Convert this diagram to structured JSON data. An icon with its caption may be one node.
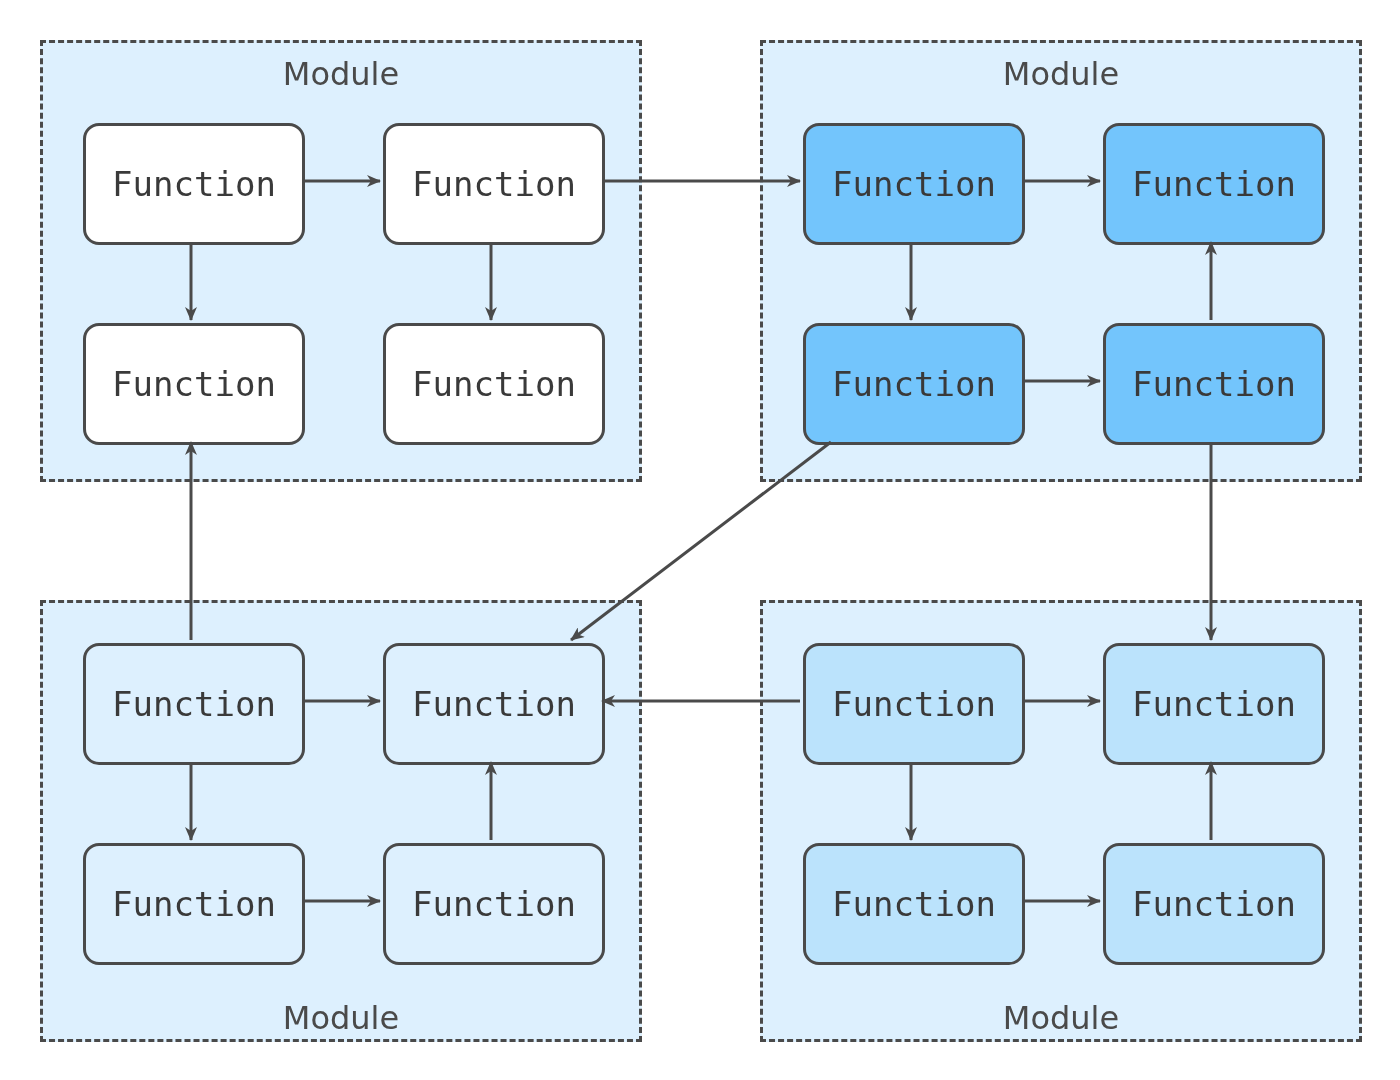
{
  "diagram": {
    "nodes": [
      {
        "text": [
          "Module"
        ]
      },
      {
        "text": [
          "Function"
        ],
        "in": 0
      },
      {
        "text": [
          "Function"
        ],
        "in": 0
      },
      {
        "text": [
          "Function"
        ],
        "in": 0
      },
      {
        "text": [
          "Function"
        ],
        "in": 0
      },
      {
        "text": [
          "Module"
        ]
      },
      {
        "text": [
          "Function"
        ],
        "in": 5
      },
      {
        "text": [
          "Function"
        ],
        "in": 5
      },
      {
        "text": [
          "Function"
        ],
        "in": 5
      },
      {
        "text": [
          "Function"
        ],
        "in": 5
      },
      {
        "text": [
          "Module"
        ]
      },
      {
        "text": [
          "Function"
        ],
        "in": 10
      },
      {
        "text": [
          "Function"
        ],
        "in": 10
      },
      {
        "text": [
          "Function"
        ],
        "in": 10
      },
      {
        "text": [
          "Function"
        ],
        "in": 10
      },
      {
        "text": [
          "Module"
        ]
      },
      {
        "text": [
          "Function"
        ],
        "in": 15
      },
      {
        "text": [
          "Function"
        ],
        "in": 15
      },
      {
        "text": [
          "Function"
        ],
        "in": 15
      },
      {
        "text": [
          "Function"
        ],
        "in": 15
      }
    ],
    "edges": [
      {
        "from": 1,
        "to": 2,
        "arrow": "to"
      },
      {
        "from": 1,
        "to": 3,
        "arrow": "to"
      },
      {
        "from": 2,
        "to": 4,
        "arrow": "to"
      },
      {
        "from": 2,
        "to": 6,
        "arrow": "to"
      },
      {
        "from": 6,
        "to": 7,
        "arrow": "to"
      },
      {
        "from": 6,
        "to": 8,
        "arrow": "to"
      },
      {
        "from": 8,
        "to": 9,
        "arrow": "to"
      },
      {
        "from": 9,
        "to": 7,
        "arrow": "to"
      },
      {
        "from": 8,
        "to": 12,
        "arrow": "to"
      },
      {
        "from": 9,
        "to": 17,
        "arrow": "to"
      },
      {
        "from": 11,
        "to": 3,
        "arrow": "to"
      },
      {
        "from": 11,
        "to": 12,
        "arrow": "to"
      },
      {
        "from": 11,
        "to": 13,
        "arrow": "to"
      },
      {
        "from": 13,
        "to": 14,
        "arrow": "to"
      },
      {
        "from": 14,
        "to": 12,
        "arrow": "to"
      },
      {
        "from": 16,
        "to": 12,
        "arrow": "to"
      },
      {
        "from": 16,
        "to": 17,
        "arrow": "to"
      },
      {
        "from": 16,
        "to": 18,
        "arrow": "to"
      },
      {
        "from": 18,
        "to": 19,
        "arrow": "to"
      },
      {
        "from": 19,
        "to": 17,
        "arrow": "to"
      }
    ]
  }
}
